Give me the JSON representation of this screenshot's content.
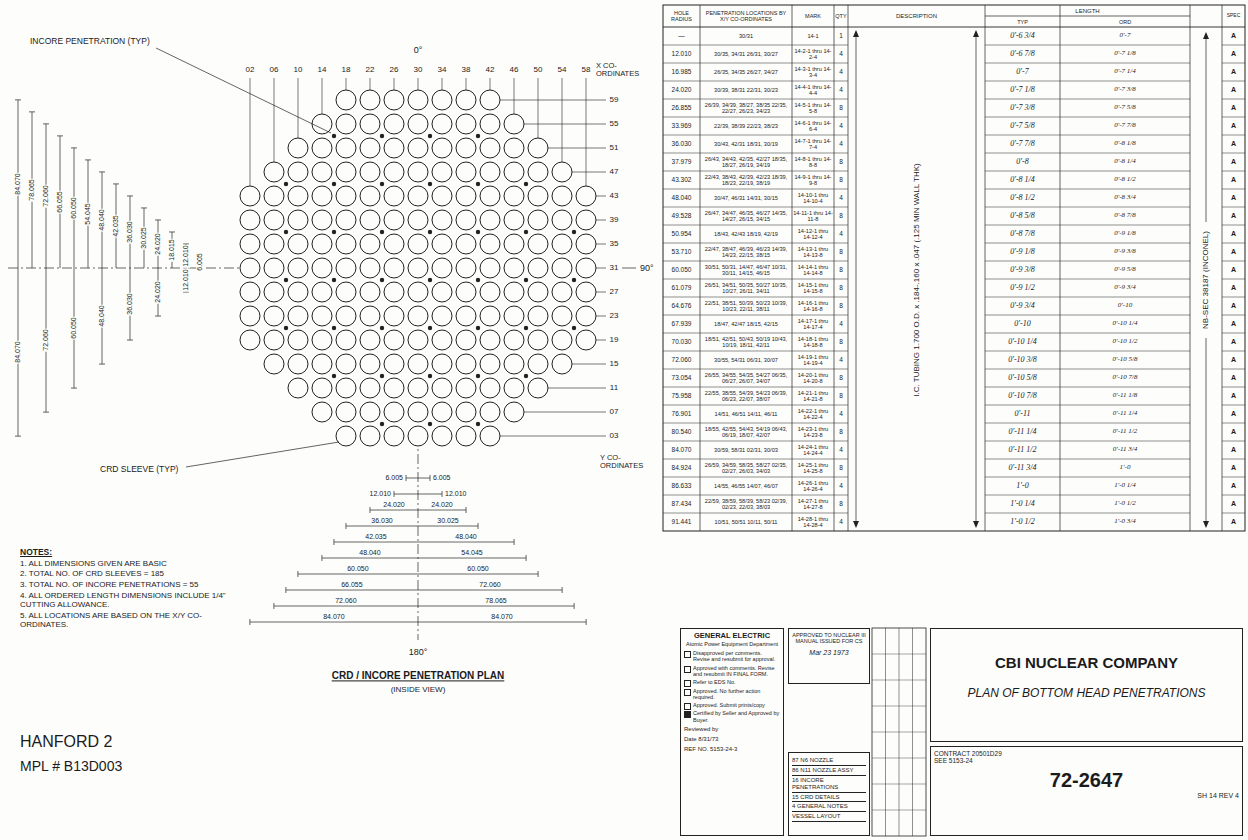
{
  "diagram": {
    "nodes": [
      {
        "text": [
          "GENERAL ELECTRIC",
          "Atomic Power Equipment Department",
          "Disapproved per comments. Revise and resubmit for approval.",
          "Approved with comments. Revise and resubmit IN FINAL FORM.",
          "Refer to EDS No.",
          "Approved. No further action required.",
          "Approved. Submit prints/copy",
          "Certified by Seller and Approved by Buyer.",
          "Reviewed by",
          "Date 8/31/73",
          "REF NO. 5153-24-3"
        ]
      },
      {
        "text": [
          "APPROVED TO NUCLEAR III MANUAL ISSUED FOR CS",
          "Mar 23 1973"
        ]
      },
      {
        "text": [
          "87 N6 NOZZLE",
          "86 N11 NOZZLE ASSY",
          "16 INCORE PENETRATIONS",
          "15 CRD DETAILS",
          "4 GENERAL NOTES",
          "VESSEL LAYOUT"
        ]
      },
      {
        "text": [
          "CBI NUCLEAR COMPANY",
          "PLAN OF BOTTOM HEAD PENETRATIONS"
        ]
      },
      {
        "text": [
          "CONTRACT 20501D29",
          "SEE 5153-24",
          "72-2647",
          "SH 14 REV 4"
        ]
      }
    ],
    "labels": [
      "02",
      "06",
      "10",
      "14",
      "18",
      "22",
      "26",
      "30",
      "34",
      "38",
      "42",
      "46",
      "50",
      "54",
      "58",
      "X CO-ORDINATES",
      "59",
      "55",
      "51",
      "47",
      "43",
      "39",
      "35",
      "31",
      "27",
      "23",
      "19",
      "15",
      "11",
      "07",
      "03",
      "Y CO-ORDINATES",
      "0°",
      "90°",
      "180°",
      "INCORE PENETRATION (TYP)",
      "CRD SLEEVE (TYP)",
      "84.070",
      "78.065",
      "72.060",
      "66.055",
      "60.050",
      "54.045",
      "48.040",
      "42.035",
      "36.030",
      "30.025",
      "24.020",
      "18.015",
      "12.010",
      "6.005",
      "84.070",
      "72.060",
      "60.050",
      "48.040",
      "36.030",
      "24.020",
      "12.010",
      "6.005",
      "6.005",
      "12.010",
      "12.010",
      "24.020",
      "24.020",
      "36.030",
      "30.025",
      "42.035",
      "48.040",
      "48.040",
      "54.045",
      "60.050",
      "60.050",
      "66.055",
      "72.060",
      "72.060",
      "78.065",
      "84.070",
      "84.070",
      "CRD / INCORE PENETRATION PLAN",
      "(INSIDE VIEW)",
      "NOTES:",
      "1. ALL DIMENSIONS GIVEN ARE BASIC",
      "2. TOTAL NO. OF CRD SLEEVES = 185",
      "3. TOTAL NO. OF INCORE PENETRATIONS = 55",
      "4. ALL ORDERED LENGTH DIMENSIONS INCLUDE 1/4\" CUTTING ALLOWANCE.",
      "5. ALL LOCATIONS ARE BASED ON THE X/Y CO-ORDINATES.",
      "HANFORD 2",
      "MPL # B13D003",
      "HOLE RADIUS",
      "PENETRATION LOCATIONS BY X/Y CO-ORDINATES",
      "MARK",
      "QTY",
      "DESCRIPTION",
      "LENGTH",
      "TYP",
      "ORD",
      "SPEC",
      "—",
      "30/31",
      "14-1",
      "1",
      "0'-6 3/4",
      "0'-7",
      "A",
      "12.010",
      "30/35, 34/31 26/31, 30/27",
      "14-2-1 thru 14-2-4",
      "4",
      "0'-6 7/8",
      "0'-7 1/8",
      "A",
      "16.985",
      "26/35, 34/35 26/27, 34/27",
      "14-3-1 thru 14-3-4",
      "4",
      "0'-7",
      "0'-7 1/4",
      "A",
      "24.020",
      "30/39, 38/31 22/31, 30/23",
      "14-4-1 thru 14-4-4",
      "4",
      "0'-7 1/8",
      "0'-7 3/8",
      "A",
      "26.855",
      "26/39, 34/39, 38/27, 38/35 22/35, 22/27, 26/23, 34/23",
      "14-5-1 thru 14-5-8",
      "8",
      "0'-7 3/8",
      "0'-7 5/8",
      "A",
      "33.969",
      "22/39, 38/39 22/23, 38/23",
      "14-6-1 thru 14-6-4",
      "4",
      "0'-7 5/8",
      "0'-7 7/8",
      "A",
      "36.030",
      "30/43, 42/31 18/31, 30/19",
      "14-7-1 thru 14-7-4",
      "4",
      "0'-7 7/8",
      "0'-8 1/8",
      "A",
      "37.979",
      "26/43, 34/43, 42/35, 42/27 18/35, 18/27, 26/19, 34/19",
      "14-8-1 thru 14-8-8",
      "8",
      "0'-8",
      "0'-8 1/4",
      "A",
      "43.302",
      "22/43, 38/43, 42/39, 42/23 18/39, 18/23, 22/19, 38/19",
      "14-9-1 thru 14-9-8",
      "8",
      "0'-8 1/4",
      "0'-8 1/2",
      "A",
      "48.040",
      "30/47, 46/31 14/31, 30/15",
      "14-10-1 thru 14-10-4",
      "4",
      "0'-8 1/2",
      "0'-8 3/4",
      "A",
      "49.528",
      "26/47, 34/47, 46/35, 46/27 14/35, 14/27, 26/15, 34/15",
      "14-11-1 thru 14-11-8",
      "8",
      "0'-8 5/8",
      "0'-8 7/8",
      "A",
      "50.954",
      "18/43, 42/43 18/19, 42/19",
      "14-12-1 thru 14-12-4",
      "4",
      "0'-8 7/8",
      "0'-9 1/8",
      "A",
      "53.710",
      "22/47, 38/47, 46/39, 46/23 14/39, 14/23, 22/15, 38/15",
      "14-13-1 thru 14-13-8",
      "8",
      "0'-9 1/8",
      "0'-9 3/8",
      "A",
      "60.050",
      "30/51, 50/31, 14/47, 46/47 10/31, 30/11, 14/15, 46/15",
      "14-14-1 thru 14-14-8",
      "8",
      "0'-9 3/8",
      "0'-9 5/8",
      "A",
      "61.079",
      "26/51, 34/51, 50/35, 50/27 10/35, 10/27, 26/11, 34/11",
      "14-15-1 thru 14-15-8",
      "8",
      "0'-9 1/2",
      "0'-9 3/4",
      "A",
      "64.676",
      "22/51, 38/51, 50/39, 50/23 10/39, 10/23, 22/11, 38/11",
      "14-16-1 thru 14-16-8",
      "8",
      "0'-9 3/4",
      "0'-10",
      "A",
      "67.939",
      "18/47, 42/47 18/15, 42/15",
      "14-17-1 thru 14-17-4",
      "4",
      "0'-10",
      "0'-10 1/4",
      "A",
      "70.030",
      "18/51, 42/51, 50/43, 50/19 10/43, 10/19, 18/11, 42/11",
      "14-18-1 thru 14-18-8",
      "8",
      "0'-10 1/4",
      "0'-10 1/2",
      "A",
      "72.060",
      "30/55, 54/31 06/31, 30/07",
      "14-19-1 thru 14-19-4",
      "4",
      "0'-10 3/8",
      "0'-10 5/8",
      "A",
      "73.054",
      "26/55, 34/55, 54/35, 54/27 06/35, 06/27, 26/07, 34/07",
      "14-20-1 thru 14-20-8",
      "8",
      "0'-10 5/8",
      "0'-10 7/8",
      "A",
      "75.958",
      "22/55, 38/55, 54/39, 54/23 06/39, 06/23, 22/07, 38/07",
      "14-21-1 thru 14-21-8",
      "8",
      "0'-10 7/8",
      "0'-11 1/8",
      "A",
      "76.901",
      "14/51, 46/51 14/11, 46/11",
      "14-22-1 thru 14-22-4",
      "4",
      "0'-11",
      "0'-11 1/4",
      "A",
      "80.540",
      "18/55, 42/55, 54/43, 54/19 06/43, 06/19, 18/07, 42/07",
      "14-23-1 thru 14-23-8",
      "8",
      "0'-11 1/4",
      "0'-11 1/2",
      "A",
      "84.070",
      "30/59, 58/31 02/31, 30/03",
      "14-24-1 thru 14-24-4",
      "4",
      "0'-11 1/2",
      "0'-11 3/4",
      "A",
      "84.924",
      "26/59, 34/59, 58/35, 58/27 02/35, 02/27, 26/03, 34/03",
      "14-25-1 thru 14-25-8",
      "8",
      "0'-11 3/4",
      "1'-0",
      "A",
      "86.633",
      "14/55, 46/55 14/07, 46/07",
      "14-26-1 thru 14-26-4",
      "4",
      "1'-0",
      "1'-0 1/4",
      "A",
      "87.434",
      "22/59, 38/59, 58/39, 58/23 02/39, 02/23, 22/03, 38/03",
      "14-27-1 thru 14-27-8",
      "8",
      "1'-0 1/4",
      "1'-0 1/2",
      "A",
      "91.441",
      "10/51, 50/51 10/11, 50/11",
      "14-28-1 thru 14-28-4",
      "4",
      "1'-0 1/2",
      "1'-0 3/4",
      "A",
      "I.C. TUBING 1.700 O.D. x .184-.160 x .047 (.125 MIN WALL THK)",
      "NB-SEC 38187 (INCONEL)"
    ]
  }
}
